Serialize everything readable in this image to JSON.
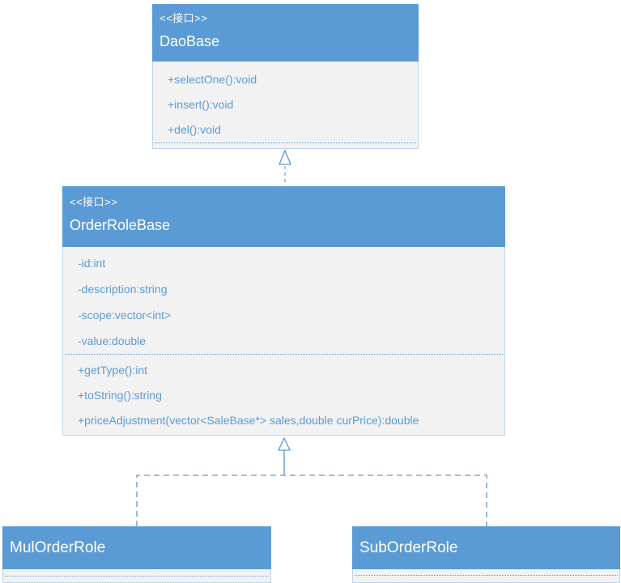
{
  "diagram_title": "UML class diagram",
  "colors": {
    "header_bg": "#5b9bd5",
    "header_text": "#ffffff",
    "body_bg": "#f2f2f2",
    "member_text": "#5b9bd5",
    "divider": "#5b9bd5",
    "box_border": "#bdd5ee",
    "connector": "#7fa8d9",
    "arrowhead_stroke": "#5b9bd5",
    "arrowhead_fill": "#ffffff"
  },
  "classes": [
    {
      "stereotype": "<<接口>>",
      "name": "DaoBase",
      "attributes": [],
      "methods": [
        "+selectOne():void",
        "+insert():void",
        "+del():void"
      ]
    },
    {
      "stereotype": "<<接口>>",
      "name": "OrderRoleBase",
      "attributes": [
        "-id:int",
        "-description:string",
        "-scope:vector<int>",
        "-value:double"
      ],
      "methods": [
        "+getType():int",
        "+toString():string",
        "+priceAdjustment(vector<SaleBase*> sales,double curPrice):double"
      ]
    },
    {
      "stereotype": "",
      "name": "MulOrderRole",
      "attributes": [],
      "methods": []
    },
    {
      "stereotype": "",
      "name": "SubOrderRole",
      "attributes": [],
      "methods": []
    }
  ],
  "relations": [
    {
      "type": "realization",
      "from": "OrderRoleBase",
      "to": "DaoBase"
    },
    {
      "type": "realization",
      "from": "MulOrderRole",
      "to": "OrderRoleBase"
    },
    {
      "type": "realization",
      "from": "SubOrderRole",
      "to": "OrderRoleBase"
    }
  ]
}
